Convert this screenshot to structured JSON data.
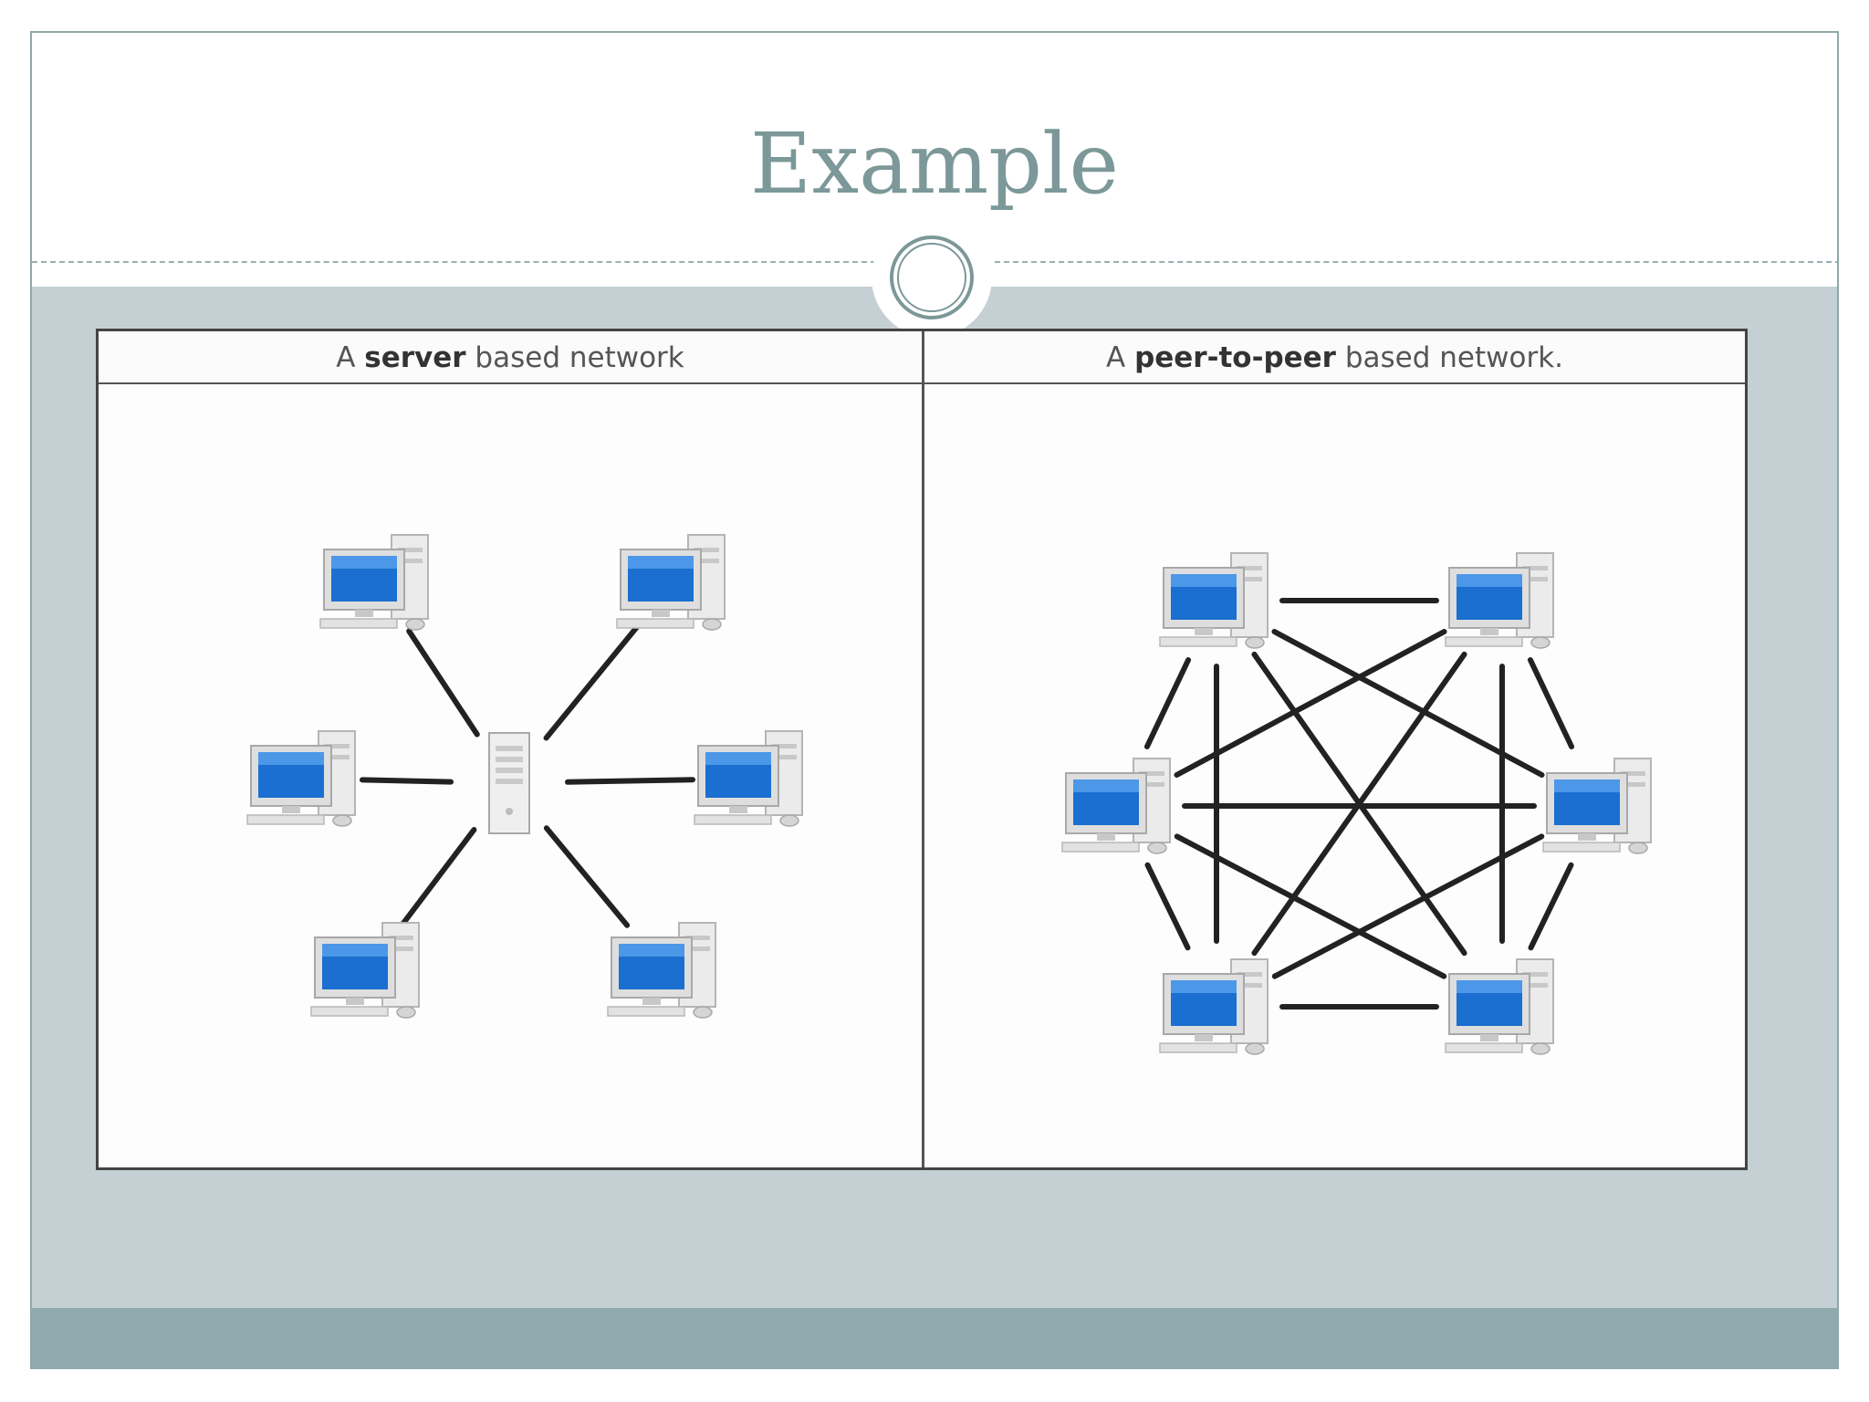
{
  "slide": {
    "title": "Example"
  },
  "diagram": {
    "left_panel": {
      "caption_prefix": "A ",
      "caption_bold": "server",
      "caption_suffix": " based network",
      "topology": "star",
      "nodes": [
        {
          "id": "pc-top-left",
          "kind": "computer"
        },
        {
          "id": "pc-top-right",
          "kind": "computer"
        },
        {
          "id": "pc-mid-left",
          "kind": "computer"
        },
        {
          "id": "server",
          "kind": "server"
        },
        {
          "id": "pc-mid-right",
          "kind": "computer"
        },
        {
          "id": "pc-bottom-left",
          "kind": "computer"
        },
        {
          "id": "pc-bottom-right",
          "kind": "computer"
        }
      ],
      "links": [
        [
          "pc-top-left",
          "server"
        ],
        [
          "pc-top-right",
          "server"
        ],
        [
          "pc-mid-left",
          "server"
        ],
        [
          "pc-mid-right",
          "server"
        ],
        [
          "pc-bottom-left",
          "server"
        ],
        [
          "pc-bottom-right",
          "server"
        ]
      ]
    },
    "right_panel": {
      "caption_prefix": "A ",
      "caption_bold": "peer-to-peer",
      "caption_suffix": " based network.",
      "topology": "full-mesh",
      "nodes": [
        {
          "id": "peer-top-left",
          "kind": "computer"
        },
        {
          "id": "peer-top-right",
          "kind": "computer"
        },
        {
          "id": "peer-mid-left",
          "kind": "computer"
        },
        {
          "id": "peer-mid-right",
          "kind": "computer"
        },
        {
          "id": "peer-bottom-left",
          "kind": "computer"
        },
        {
          "id": "peer-bottom-right",
          "kind": "computer"
        }
      ]
    }
  },
  "colors": {
    "title": "#7c9899",
    "content_bg": "#c4d0d3",
    "footer_band": "#8fa9ad",
    "screen_blue": "#1a6fd0",
    "link": "#222222"
  }
}
